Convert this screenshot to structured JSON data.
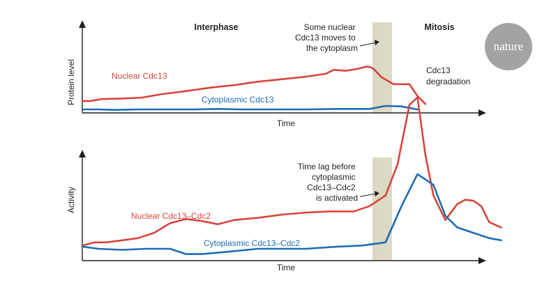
{
  "chart_data": [
    {
      "type": "line",
      "xlabel": "Time",
      "ylabel": "Protein level",
      "xlim": [
        0,
        100
      ],
      "ylim": [
        0,
        100
      ],
      "grid": false,
      "phase_labels": [
        "Interphase",
        "Mitosis"
      ],
      "shaded_band_x": [
        72,
        77
      ],
      "series": [
        {
          "name": "Nuclear Cdc13",
          "color": "#d6453d",
          "x": [
            0,
            2,
            5,
            10,
            15,
            20,
            26,
            32,
            38,
            44,
            50,
            56,
            61,
            63,
            66,
            69,
            71,
            72,
            73,
            75,
            78,
            80,
            82,
            84,
            86
          ],
          "y": [
            17,
            17,
            21,
            22,
            24,
            31,
            37,
            44,
            49,
            56,
            61,
            66,
            72,
            80,
            78,
            82,
            86,
            86,
            82,
            65,
            51,
            51,
            51,
            27,
            11
          ]
        },
        {
          "name": "Cytoplasmic Cdc13",
          "color": "#1f6cb5",
          "x": [
            0,
            4,
            8,
            14,
            20,
            28,
            34,
            40,
            48,
            56,
            64,
            72,
            76,
            80,
            84
          ],
          "y": [
            0,
            0,
            -1,
            0,
            0,
            0,
            1,
            0,
            0,
            0,
            1,
            1,
            7,
            6,
            0
          ]
        }
      ],
      "annotations": [
        {
          "lines": [
            "Some nuclear",
            "Cdc13 moves to",
            "the cytoplasm"
          ]
        },
        {
          "lines": [
            "Cdc13",
            "degradation"
          ]
        }
      ]
    },
    {
      "type": "line",
      "xlabel": "Time",
      "ylabel": "Activity",
      "xlim": [
        0,
        100
      ],
      "ylim": [
        0,
        100
      ],
      "grid": false,
      "shaded_band_x": [
        72,
        77
      ],
      "series": [
        {
          "name": "Nuclear Cdc13–Cdc2",
          "color": "#d6453d",
          "x": [
            0,
            3,
            6,
            10,
            14,
            18,
            22,
            26,
            30,
            34,
            38,
            44,
            50,
            56,
            62,
            68,
            72,
            76,
            79,
            82,
            84,
            86,
            88,
            91,
            94,
            96,
            98,
            100,
            102,
            105
          ],
          "y": [
            3,
            6,
            6,
            8,
            10,
            15,
            24,
            28,
            26,
            23,
            27,
            29,
            32,
            34,
            35,
            35,
            40,
            50,
            79,
            135,
            142,
            88,
            50,
            27,
            42,
            46,
            45,
            40,
            25,
            20
          ]
        },
        {
          "name": "Cytoplasmic Cdc13–Cdc2",
          "color": "#1f6cb5",
          "x": [
            0,
            4,
            10,
            16,
            22,
            26,
            30,
            36,
            44,
            50,
            56,
            64,
            70,
            76,
            80,
            84,
            88,
            91,
            94,
            98,
            102,
            105
          ],
          "y": [
            2,
            0,
            -1,
            0,
            0,
            -5,
            -5,
            -3,
            0,
            0,
            0,
            2,
            3,
            6,
            40,
            70,
            60,
            31,
            20,
            15,
            10,
            8
          ]
        }
      ],
      "annotations": [
        {
          "lines": [
            "Time lag before",
            "cytoplasmic",
            "Cdc13–Cdc2",
            "is activated"
          ]
        }
      ]
    }
  ],
  "logo": {
    "text": "nature",
    "color": "#a3a3a3"
  },
  "band_color": "#dcd9c4",
  "text_color": "#231f20"
}
